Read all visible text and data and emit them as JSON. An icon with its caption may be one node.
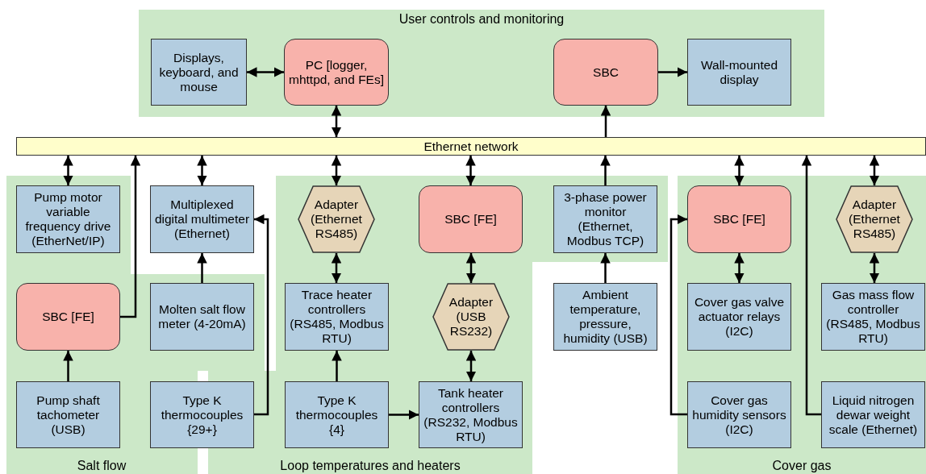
{
  "diagram": {
    "nodes": [
      {
        "text": [
          "User controls and monitoring"
        ]
      },
      {
        "text": [
          "Displays, keyboard, and mouse"
        ],
        "in": 0
      },
      {
        "text": [
          "PC [logger, mhttpd, and FEs]"
        ],
        "in": 0
      },
      {
        "text": [
          "SBC"
        ],
        "in": 0
      },
      {
        "text": [
          "Wall-mounted display"
        ],
        "in": 0
      },
      {
        "text": [
          "Ethernet network"
        ]
      },
      {
        "text": [
          "Salt flow"
        ]
      },
      {
        "text": [
          "Pump motor variable frequency drive (EtherNet/IP)"
        ],
        "in": 6
      },
      {
        "text": [
          "Multiplexed digital multimeter (Ethernet)"
        ]
      },
      {
        "text": [
          "SBC [FE]"
        ],
        "in": 6
      },
      {
        "text": [
          "Molten salt flow meter (4-20mA)"
        ],
        "in": 6
      },
      {
        "text": [
          "Pump shaft tachometer (USB)"
        ],
        "in": 6
      },
      {
        "text": [
          "Type K thermocouples {29+}"
        ]
      },
      {
        "text": [
          "Loop temperatures and heaters"
        ]
      },
      {
        "text": [
          "Adapter (Ethernet RS485)"
        ],
        "in": 13
      },
      {
        "text": [
          "SBC [FE]"
        ],
        "in": 13
      },
      {
        "text": [
          "3-phase power monitor (Ethernet, Modbus TCP)"
        ],
        "in": 13
      },
      {
        "text": [
          "Trace heater controllers (RS485, Modbus RTU)"
        ],
        "in": 13
      },
      {
        "text": [
          "Adapter (USB RS232)"
        ],
        "in": 13
      },
      {
        "text": [
          "Ambient temperature, pressure, humidity (USB)"
        ]
      },
      {
        "text": [
          "Type K thermocouples {4}"
        ],
        "in": 13
      },
      {
        "text": [
          "Tank heater controllers (RS232, Modbus RTU)"
        ],
        "in": 13
      },
      {
        "text": [
          "Cover gas"
        ]
      },
      {
        "text": [
          "SBC [FE]"
        ],
        "in": 22
      },
      {
        "text": [
          "Adapter (Ethernet RS485)"
        ],
        "in": 22
      },
      {
        "text": [
          "Cover gas valve actuator relays (I2C)"
        ],
        "in": 22
      },
      {
        "text": [
          "Gas mass flow controller (RS485, Modbus RTU)"
        ],
        "in": 22
      },
      {
        "text": [
          "Cover gas humidity sensors (I2C)"
        ],
        "in": 22
      },
      {
        "text": [
          "Liquid nitrogen dewar weight scale (Ethernet)"
        ],
        "in": 22
      }
    ],
    "edges": [
      {
        "from": 1,
        "to": 2,
        "arrow": "both"
      },
      {
        "from": 2,
        "to": 5,
        "arrow": "both"
      },
      {
        "from": 3,
        "to": 4,
        "arrow": "to"
      },
      {
        "from": 5,
        "to": 3,
        "arrow": "to"
      },
      {
        "from": 5,
        "to": 7,
        "arrow": "both"
      },
      {
        "from": 9,
        "to": 5,
        "arrow": "to"
      },
      {
        "from": 5,
        "to": 8,
        "arrow": "both"
      },
      {
        "from": 10,
        "to": 8,
        "arrow": "to"
      },
      {
        "from": 11,
        "to": 9,
        "arrow": "to"
      },
      {
        "from": 12,
        "to": 8,
        "arrow": "to"
      },
      {
        "from": 5,
        "to": 14,
        "arrow": "both"
      },
      {
        "from": 14,
        "to": 17,
        "arrow": "both"
      },
      {
        "from": 5,
        "to": 15,
        "arrow": "both"
      },
      {
        "from": 15,
        "to": 18,
        "arrow": "both"
      },
      {
        "from": 18,
        "to": 21,
        "arrow": "both"
      },
      {
        "from": 20,
        "to": 17,
        "arrow": "to"
      },
      {
        "from": 20,
        "to": 21,
        "arrow": "to"
      },
      {
        "from": 16,
        "to": 5,
        "arrow": "to"
      },
      {
        "from": 19,
        "to": 16,
        "arrow": "to"
      },
      {
        "from": 5,
        "to": 23,
        "arrow": "both"
      },
      {
        "from": 23,
        "to": 25,
        "arrow": "both"
      },
      {
        "from": 27,
        "to": 23,
        "arrow": "to"
      },
      {
        "from": 28,
        "to": 5,
        "arrow": "to"
      },
      {
        "from": 5,
        "to": 24,
        "arrow": "both"
      },
      {
        "from": 24,
        "to": 26,
        "arrow": "both"
      }
    ]
  }
}
